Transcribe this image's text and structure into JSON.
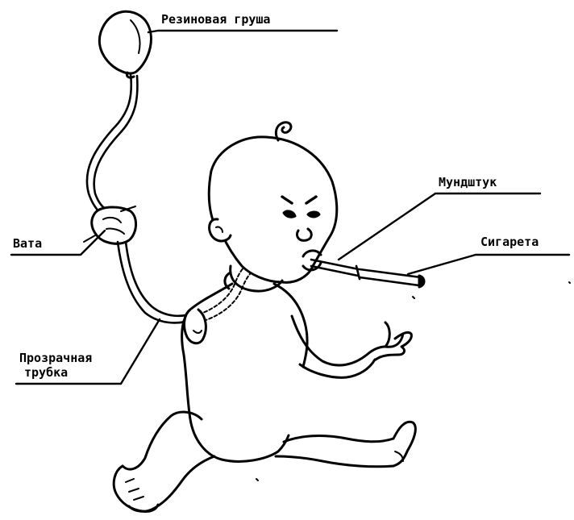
{
  "labels": {
    "rubber_bulb": "Резиновая груша",
    "mouthpiece": "Мундштук",
    "cigarette": "Сигарета",
    "cotton": "Вата",
    "tube_line1": "Прозрачная",
    "tube_line2": "трубка"
  },
  "colors": {
    "ink": "#000000",
    "paper": "#ffffff"
  }
}
